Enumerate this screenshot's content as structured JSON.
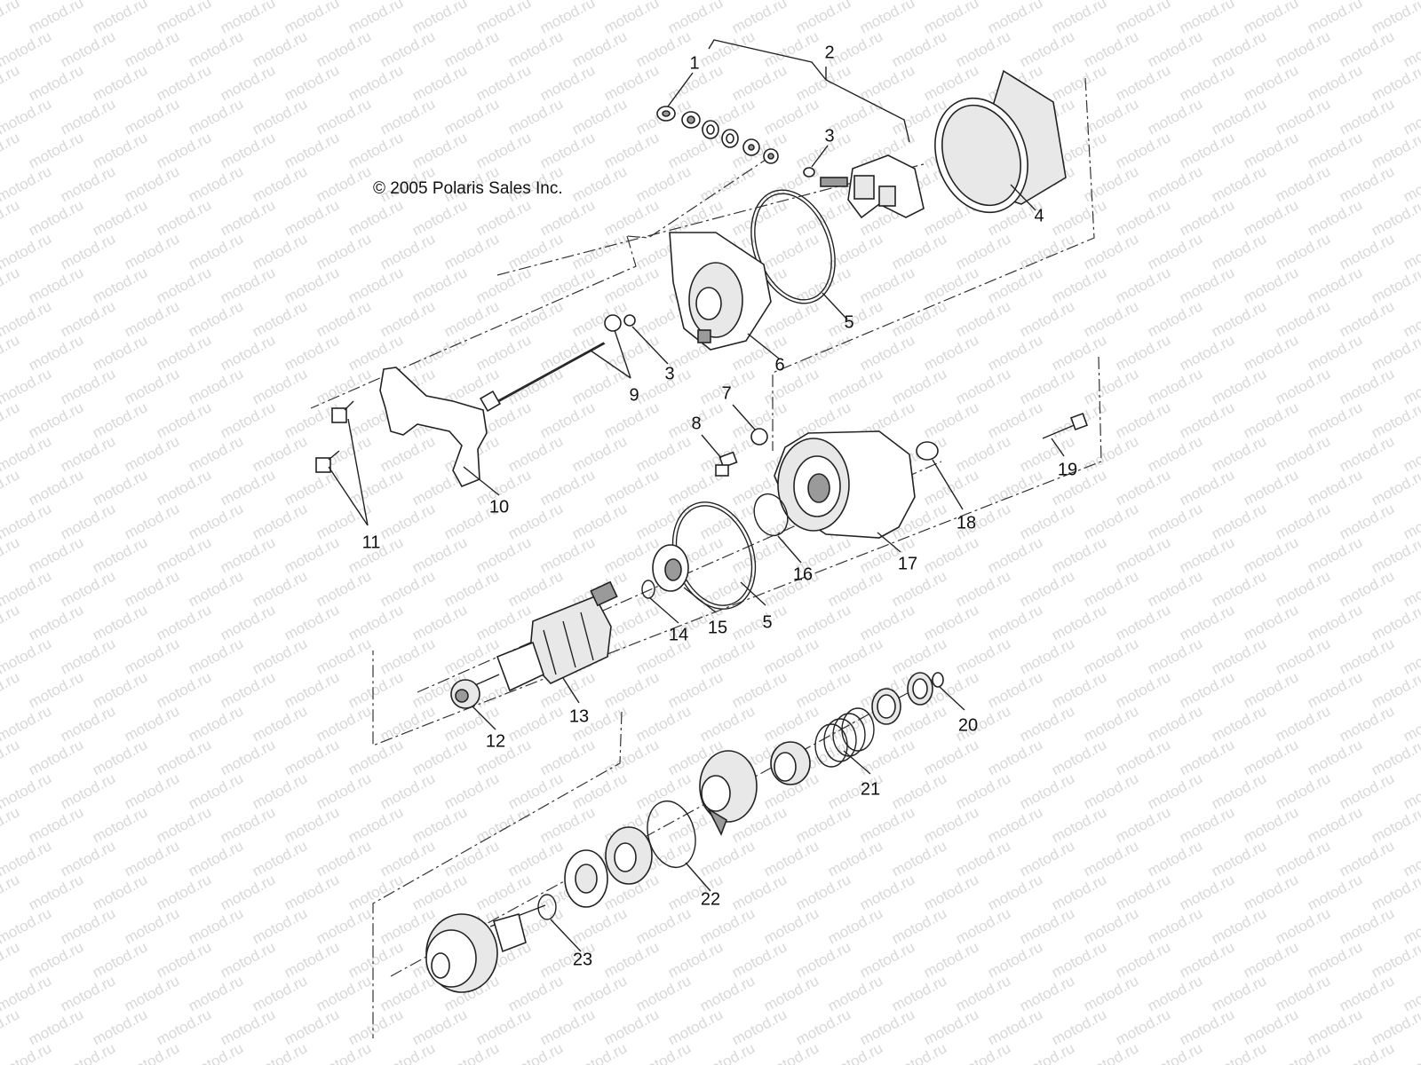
{
  "copyright": "© 2005 Polaris Sales Inc.",
  "watermark": "motod.ru",
  "callouts": [
    "1",
    "2",
    "3",
    "3",
    "4",
    "5",
    "5",
    "6",
    "7",
    "8",
    "9",
    "10",
    "11",
    "12",
    "13",
    "14",
    "15",
    "16",
    "17",
    "18",
    "19",
    "20",
    "21",
    "22",
    "23"
  ]
}
